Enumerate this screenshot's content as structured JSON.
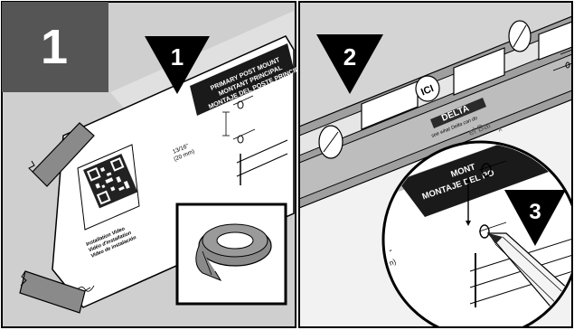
{
  "panels": {
    "left": {
      "step_number": "1",
      "marker_number": "1",
      "template_label": [
        "PRIMARY POST MOUNT",
        "MONTANT PRINCIPAL",
        "MONTAJE DEL POSTE PRINCIPAL"
      ],
      "measurement": [
        "13/16\"",
        "(20 mm)"
      ],
      "video_caption": [
        "Installation Video",
        "Vidéo d'installation",
        "Video de instalación"
      ]
    },
    "right": {
      "marker_number_a": "2",
      "marker_number_b": "3",
      "level_brand": "DELTA",
      "level_tagline": "see what Delta can do",
      "level_word_partial": "el Bar",
      "level_small": "A",
      "zoom_label": [
        "MONT",
        "MONTAJE DEL PO"
      ],
      "zoom_measure_partial": [
        "\"",
        "n)"
      ]
    }
  },
  "colors": {
    "panel_bg": "#cfcfcf",
    "badge_dark": "#555555",
    "ink": "#000000",
    "paper": "#ffffff",
    "tape": "#8a8a8a"
  }
}
